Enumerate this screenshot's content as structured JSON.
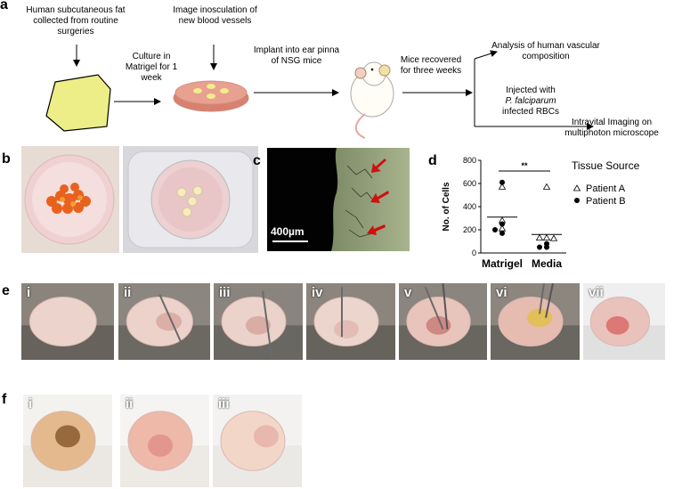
{
  "panel_labels": {
    "a": "a",
    "b": "b",
    "c": "c",
    "d": "d",
    "e": "e",
    "f": "f"
  },
  "panel_a": {
    "step1": "Human subcutaneous fat collected from routine surgeries",
    "step2": "Culture in Matrigel for 1 week",
    "step3": "Image inosculation of new blood vessels",
    "step4": "Implant into ear pinna of  NSG mice",
    "step5": "Mice recovered for three weeks",
    "step6": "Analysis of human vascular composition",
    "step7a": "Injected with",
    "step7b": "P. falciparum",
    "step7c": "infected RBCs",
    "step8": "Intravital Imaging on multiphoton  microscope"
  },
  "panel_c": {
    "scale_bar": "400µm"
  },
  "panel_e": {
    "labels": [
      "i",
      "ii",
      "iii",
      "iv",
      "v",
      "vi",
      "vii"
    ]
  },
  "panel_f": {
    "labels": [
      "i",
      "ii",
      "iii"
    ]
  },
  "chart_data": {
    "type": "scatter",
    "ylabel": "No. of Cells",
    "categories": [
      "Matrigel",
      "Media"
    ],
    "ylim": [
      0,
      800
    ],
    "yticks": [
      "0",
      "200",
      "400",
      "600",
      "800"
    ],
    "significance": "**",
    "legend_title": "Tissue Source",
    "series": [
      {
        "name": "Patient A",
        "marker": "open-triangle",
        "points": [
          {
            "cat": "Matrigel",
            "y": 570
          },
          {
            "cat": "Matrigel",
            "y": 280
          },
          {
            "cat": "Matrigel",
            "y": 210
          },
          {
            "cat": "Media",
            "y": 570
          },
          {
            "cat": "Media",
            "y": 130
          },
          {
            "cat": "Media",
            "y": 130
          },
          {
            "cat": "Media",
            "y": 125
          }
        ]
      },
      {
        "name": "Patient B",
        "marker": "filled-circle",
        "points": [
          {
            "cat": "Matrigel",
            "y": 610
          },
          {
            "cat": "Matrigel",
            "y": 250
          },
          {
            "cat": "Matrigel",
            "y": 200
          },
          {
            "cat": "Matrigel",
            "y": 170
          },
          {
            "cat": "Media",
            "y": 80
          },
          {
            "cat": "Media",
            "y": 50
          },
          {
            "cat": "Media",
            "y": 50
          }
        ]
      }
    ],
    "means": [
      {
        "cat": "Matrigel",
        "y": 310
      },
      {
        "cat": "Media",
        "y": 160
      }
    ]
  }
}
